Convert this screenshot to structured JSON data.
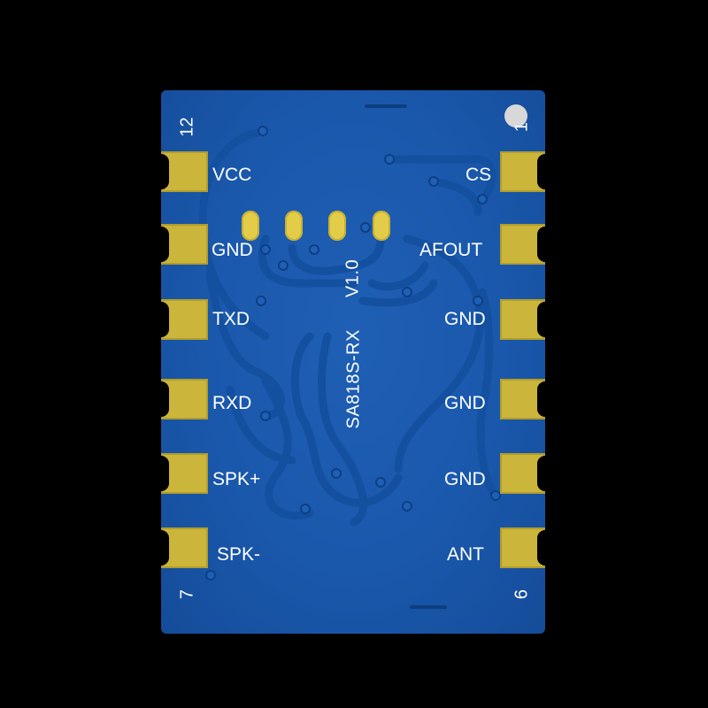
{
  "board": {
    "silkscreen": {
      "model": "SA818S-RX",
      "version": "V1.0"
    },
    "pin_numbers": {
      "top_left": "12",
      "top_right": "1",
      "bottom_left": "7",
      "bottom_right": "6"
    },
    "left_pins": [
      {
        "label": "VCC"
      },
      {
        "label": "GND"
      },
      {
        "label": "TXD"
      },
      {
        "label": "RXD"
      },
      {
        "label": "SPK+"
      },
      {
        "label": "SPK-"
      }
    ],
    "right_pins": [
      {
        "label": "CS"
      },
      {
        "label": "AFOUT"
      },
      {
        "label": "GND"
      },
      {
        "label": "GND"
      },
      {
        "label": "GND"
      },
      {
        "label": "ANT"
      }
    ]
  },
  "colors": {
    "background": "#000000",
    "pcb": "#1a58ac",
    "pad_gold": "#cbb53a",
    "silkscreen": "#ffffff"
  }
}
